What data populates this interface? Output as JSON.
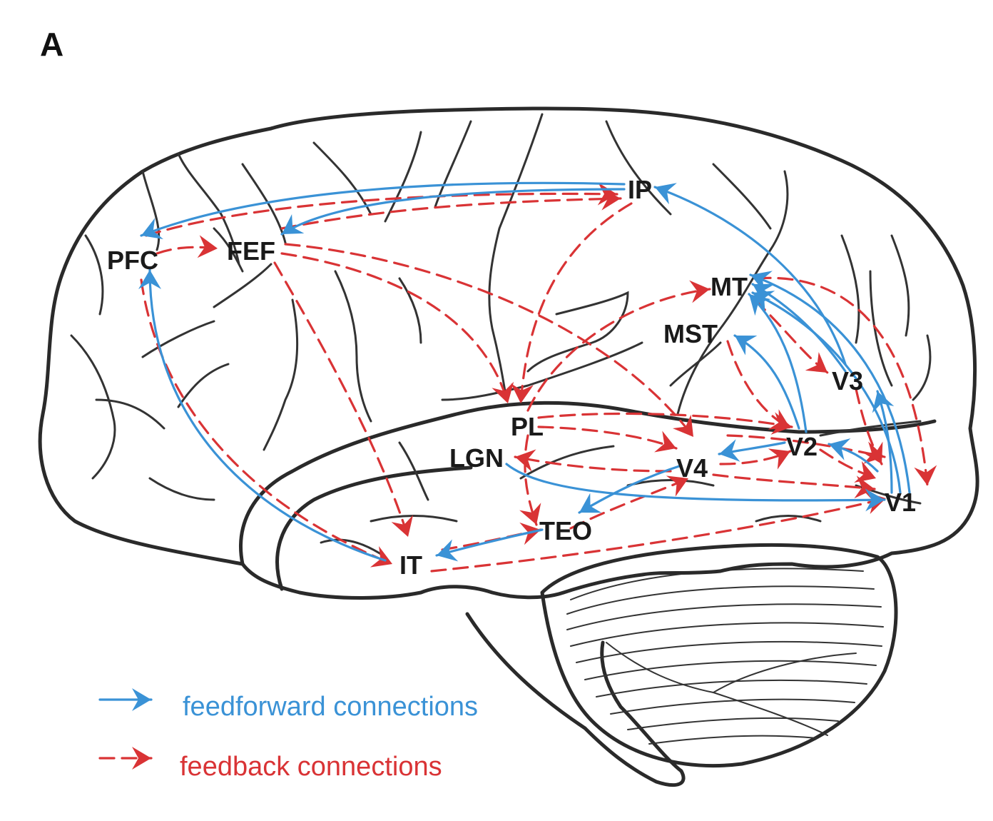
{
  "panel_label": "A",
  "colors": {
    "feedforward": "#3a92d6",
    "feedback": "#d93335",
    "outline": "#2a2a2a"
  },
  "areas": {
    "ip": "IP",
    "pfc": "PFC",
    "fef": "FEF",
    "mt": "MT",
    "mst": "MST",
    "v3": "V3",
    "pl": "PL",
    "v2": "V2",
    "lgn": "LGN",
    "v4": "V4",
    "v1": "V1",
    "teo": "TEO",
    "it": "IT"
  },
  "legend": {
    "feedforward_label": "feedforward connections",
    "feedback_label": "feedback connections",
    "feedforward_icon": "blue-arrow-icon",
    "feedback_icon": "red-dashed-arrow-icon"
  }
}
